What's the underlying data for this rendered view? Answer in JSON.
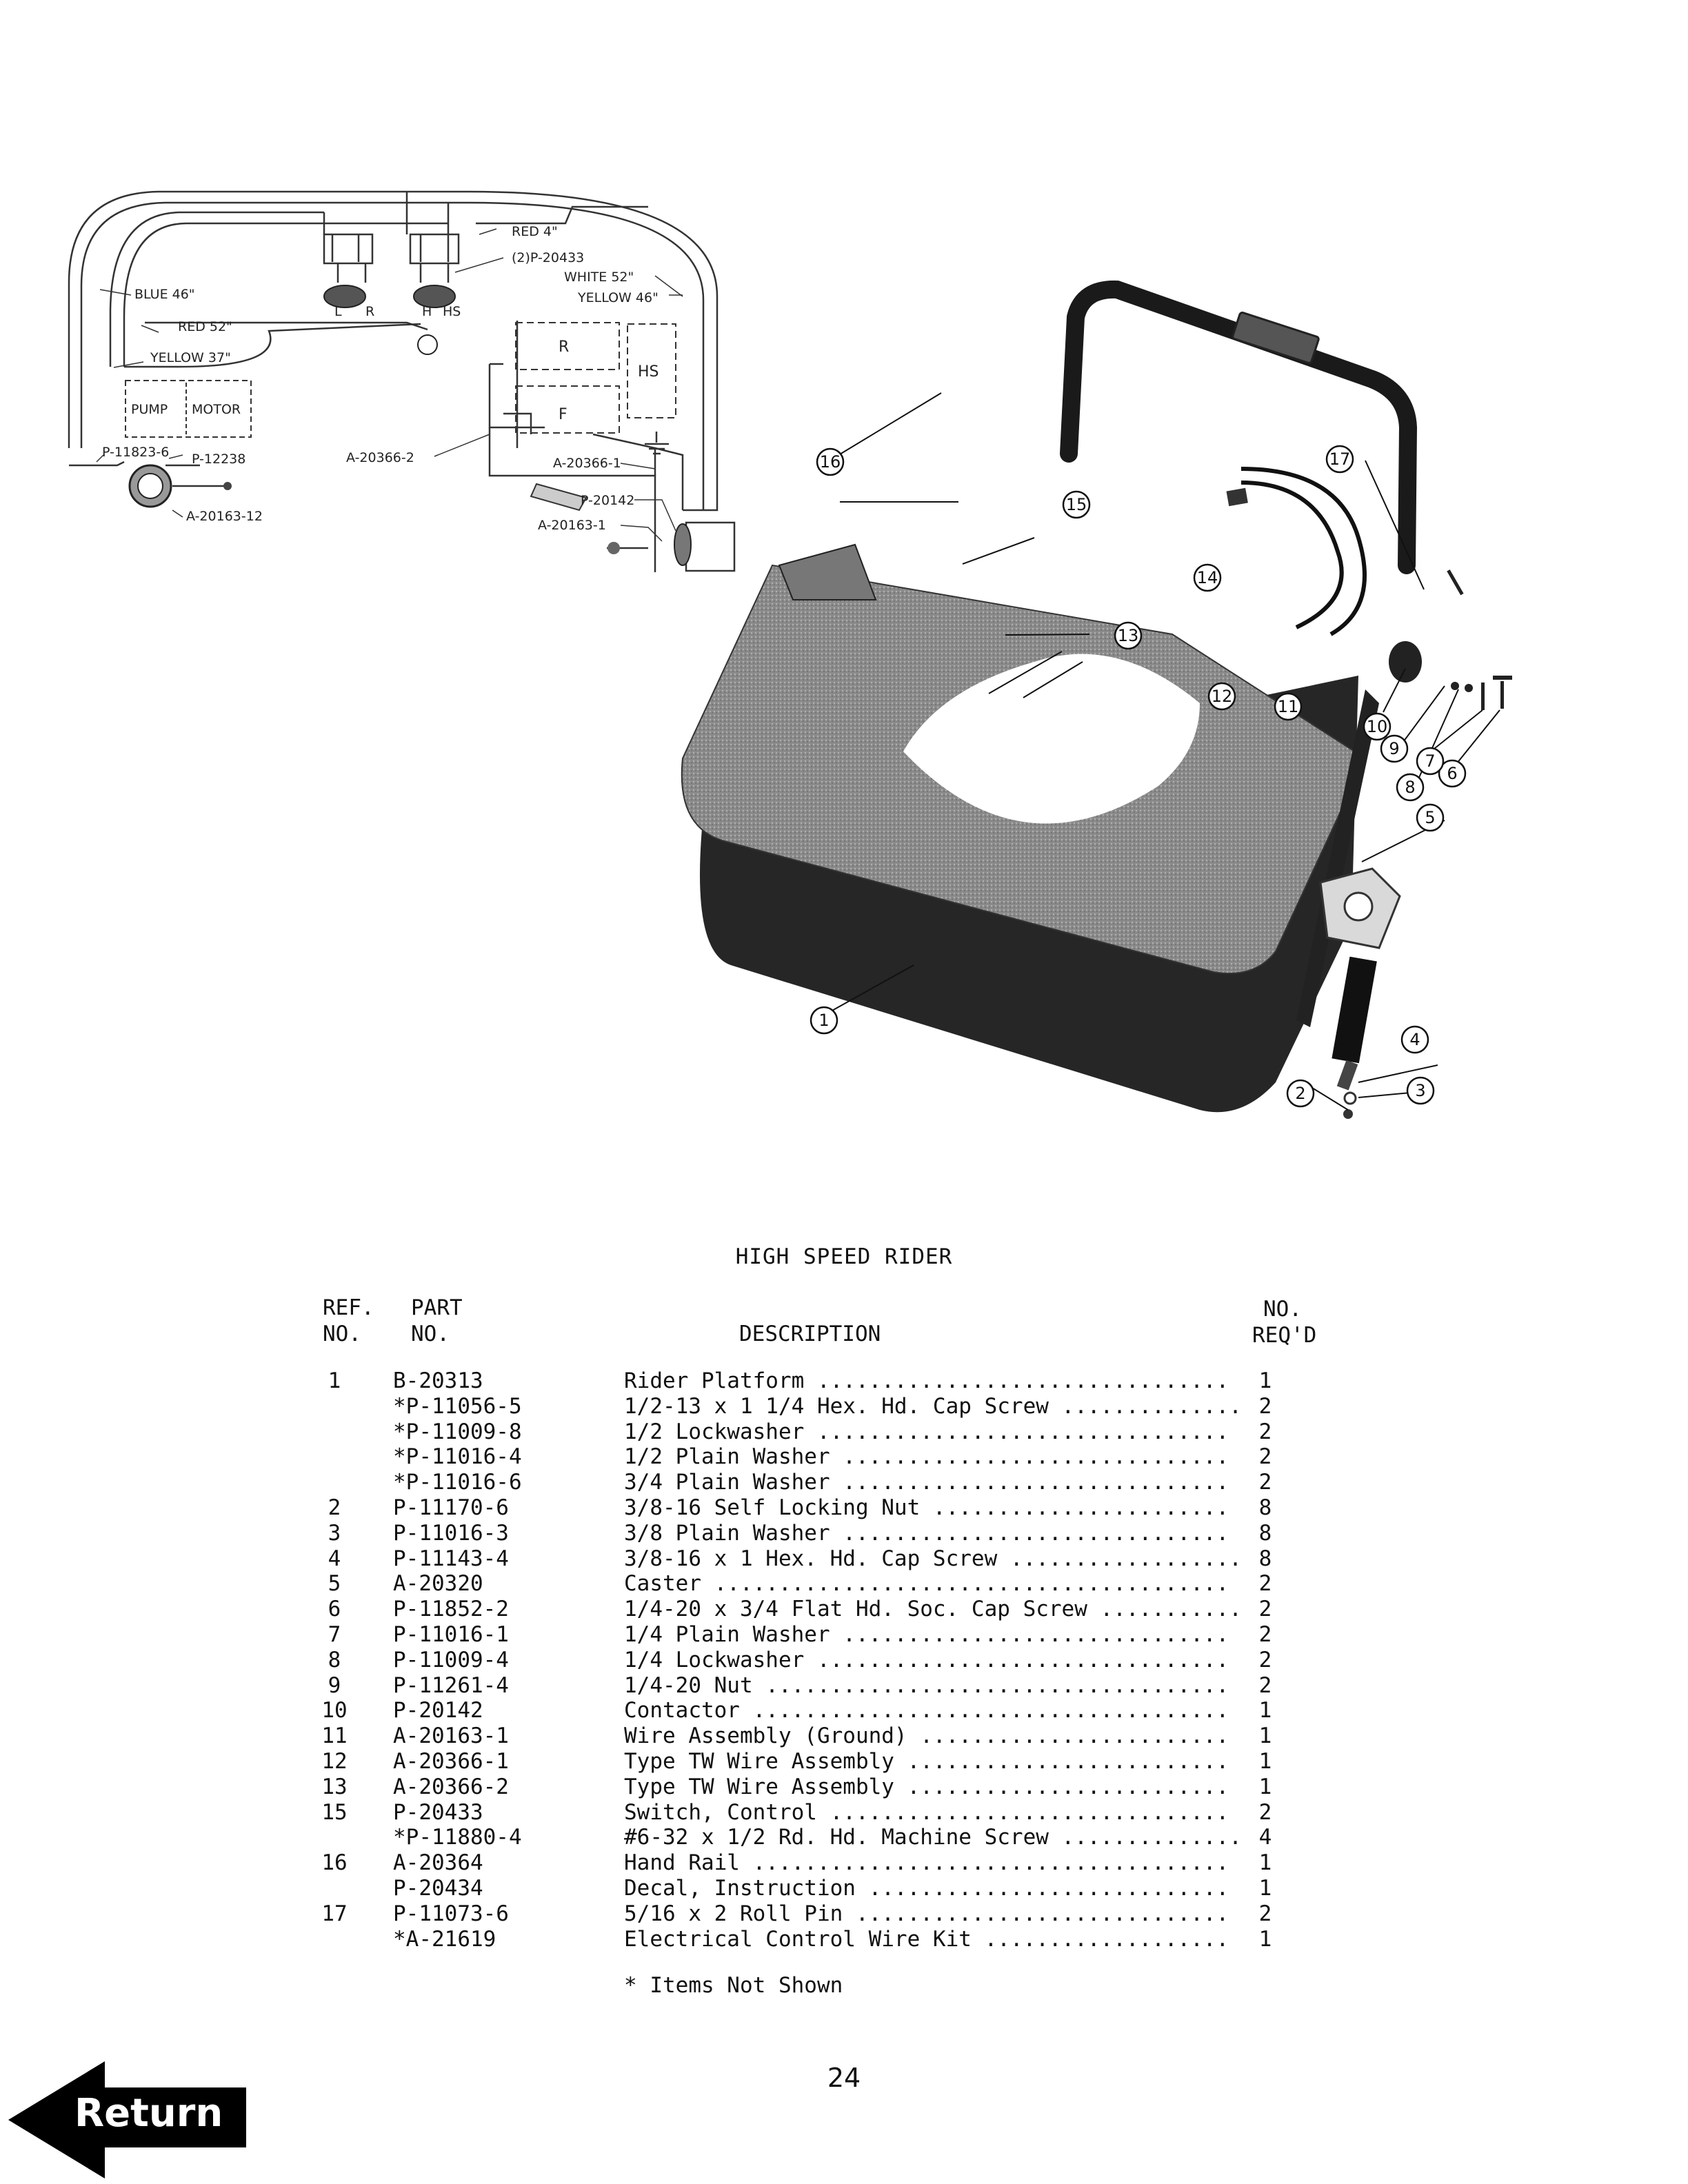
{
  "wiring_diagram": {
    "labels": {
      "red_4": "RED 4\"",
      "switch_part": "(2)P-20433",
      "white_52": "WHITE 52\"",
      "yellow_46": "YELLOW 46\"",
      "blue_46": "BLUE 46\"",
      "red_52": "RED 52\"",
      "yellow_37": "YELLOW 37\"",
      "pump": "PUMP",
      "motor": "MOTOR",
      "switch_l": "L",
      "switch_r": "R",
      "switch_h": "H",
      "switch_hs": "HS",
      "box_r": "R",
      "box_f": "F",
      "box_hs": "HS",
      "p_11823_6": "P-11823-6",
      "p_12238": "P-12238",
      "a_20163_12": "A-20163-12",
      "a_20366_2": "A-20366-2",
      "a_20366_1": "A-20366-1",
      "p_20142": "P-20142",
      "a_20163_1": "A-20163-1"
    }
  },
  "callouts": [
    "1",
    "2",
    "3",
    "4",
    "5",
    "6",
    "7",
    "8",
    "9",
    "10",
    "11",
    "12",
    "13",
    "14",
    "15",
    "16",
    "17"
  ],
  "table": {
    "title": "HIGH SPEED RIDER",
    "headers": {
      "ref_line1": "REF.",
      "ref_line2": "NO.",
      "part_line1": "PART",
      "part_line2": "NO.",
      "description": "DESCRIPTION",
      "qty_line1": "NO.",
      "qty_line2": "REQ'D"
    },
    "rows": [
      {
        "ref": "1",
        "part": "B-20313",
        "desc": "Rider Platform ................................",
        "qty": "1"
      },
      {
        "ref": "",
        "part": "*P-11056-5",
        "desc": "1/2-13 x 1 1/4 Hex. Hd. Cap Screw ..............",
        "qty": "2"
      },
      {
        "ref": "",
        "part": "*P-11009-8",
        "desc": "1/2 Lockwasher ................................",
        "qty": "2"
      },
      {
        "ref": "",
        "part": "*P-11016-4",
        "desc": "1/2 Plain Washer ..............................",
        "qty": "2"
      },
      {
        "ref": "",
        "part": "*P-11016-6",
        "desc": "3/4 Plain Washer ..............................",
        "qty": "2"
      },
      {
        "ref": "2",
        "part": "P-11170-6",
        "desc": "3/8-16 Self Locking Nut .......................",
        "qty": "8"
      },
      {
        "ref": "3",
        "part": "P-11016-3",
        "desc": "3/8 Plain Washer ..............................",
        "qty": "8"
      },
      {
        "ref": "4",
        "part": "P-11143-4",
        "desc": "3/8-16 x 1 Hex. Hd. Cap Screw ..................",
        "qty": "8"
      },
      {
        "ref": "5",
        "part": "A-20320",
        "desc": "Caster ........................................",
        "qty": "2"
      },
      {
        "ref": "6",
        "part": "P-11852-2",
        "desc": "1/4-20 x 3/4 Flat Hd. Soc. Cap Screw ...........",
        "qty": "2"
      },
      {
        "ref": "7",
        "part": "P-11016-1",
        "desc": "1/4 Plain Washer ..............................",
        "qty": "2"
      },
      {
        "ref": "8",
        "part": "P-11009-4",
        "desc": "1/4 Lockwasher ................................",
        "qty": "2"
      },
      {
        "ref": "9",
        "part": "P-11261-4",
        "desc": "1/4-20 Nut ....................................",
        "qty": "2"
      },
      {
        "ref": "10",
        "part": "P-20142",
        "desc": "Contactor .....................................",
        "qty": "1"
      },
      {
        "ref": "11",
        "part": "A-20163-1",
        "desc": "Wire Assembly (Ground) ........................",
        "qty": "1"
      },
      {
        "ref": "12",
        "part": "A-20366-1",
        "desc": "Type TW Wire Assembly .........................",
        "qty": "1"
      },
      {
        "ref": "13",
        "part": "A-20366-2",
        "desc": "Type TW Wire Assembly .........................",
        "qty": "1"
      },
      {
        "ref": "15",
        "part": "P-20433",
        "desc": "Switch, Control ...............................",
        "qty": "2"
      },
      {
        "ref": "",
        "part": "*P-11880-4",
        "desc": "#6-32 x 1/2 Rd. Hd. Machine Screw ..............",
        "qty": "4"
      },
      {
        "ref": "16",
        "part": "A-20364",
        "desc": "Hand Rail .....................................",
        "qty": "1"
      },
      {
        "ref": "",
        "part": "P-20434",
        "desc": "Decal, Instruction ............................",
        "qty": "1"
      },
      {
        "ref": "17",
        "part": "P-11073-6",
        "desc": "5/16 x 2 Roll Pin .............................",
        "qty": "2"
      },
      {
        "ref": "",
        "part": "*A-21619",
        "desc": "Electrical Control Wire Kit ...................",
        "qty": "1"
      }
    ],
    "footnote": "* Items Not Shown"
  },
  "page_number": "24",
  "return_button": {
    "label": "Return"
  }
}
